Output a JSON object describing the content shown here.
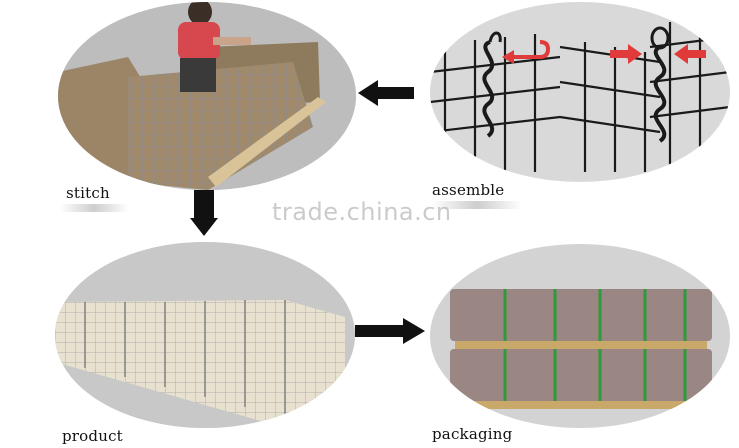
{
  "captions": {
    "stitch": "stitch",
    "assemble": "assemble",
    "product": "product",
    "packaging": "packaging"
  },
  "watermark": "trade.china.cn",
  "colors": {
    "panel_bg": "#d9d9d9",
    "arrow_black": "#111111",
    "arrow_red": "#e03a3a",
    "geotextile": "#9a8466",
    "wire": "#7a7a7a",
    "strap_green": "#2f9a3a"
  }
}
